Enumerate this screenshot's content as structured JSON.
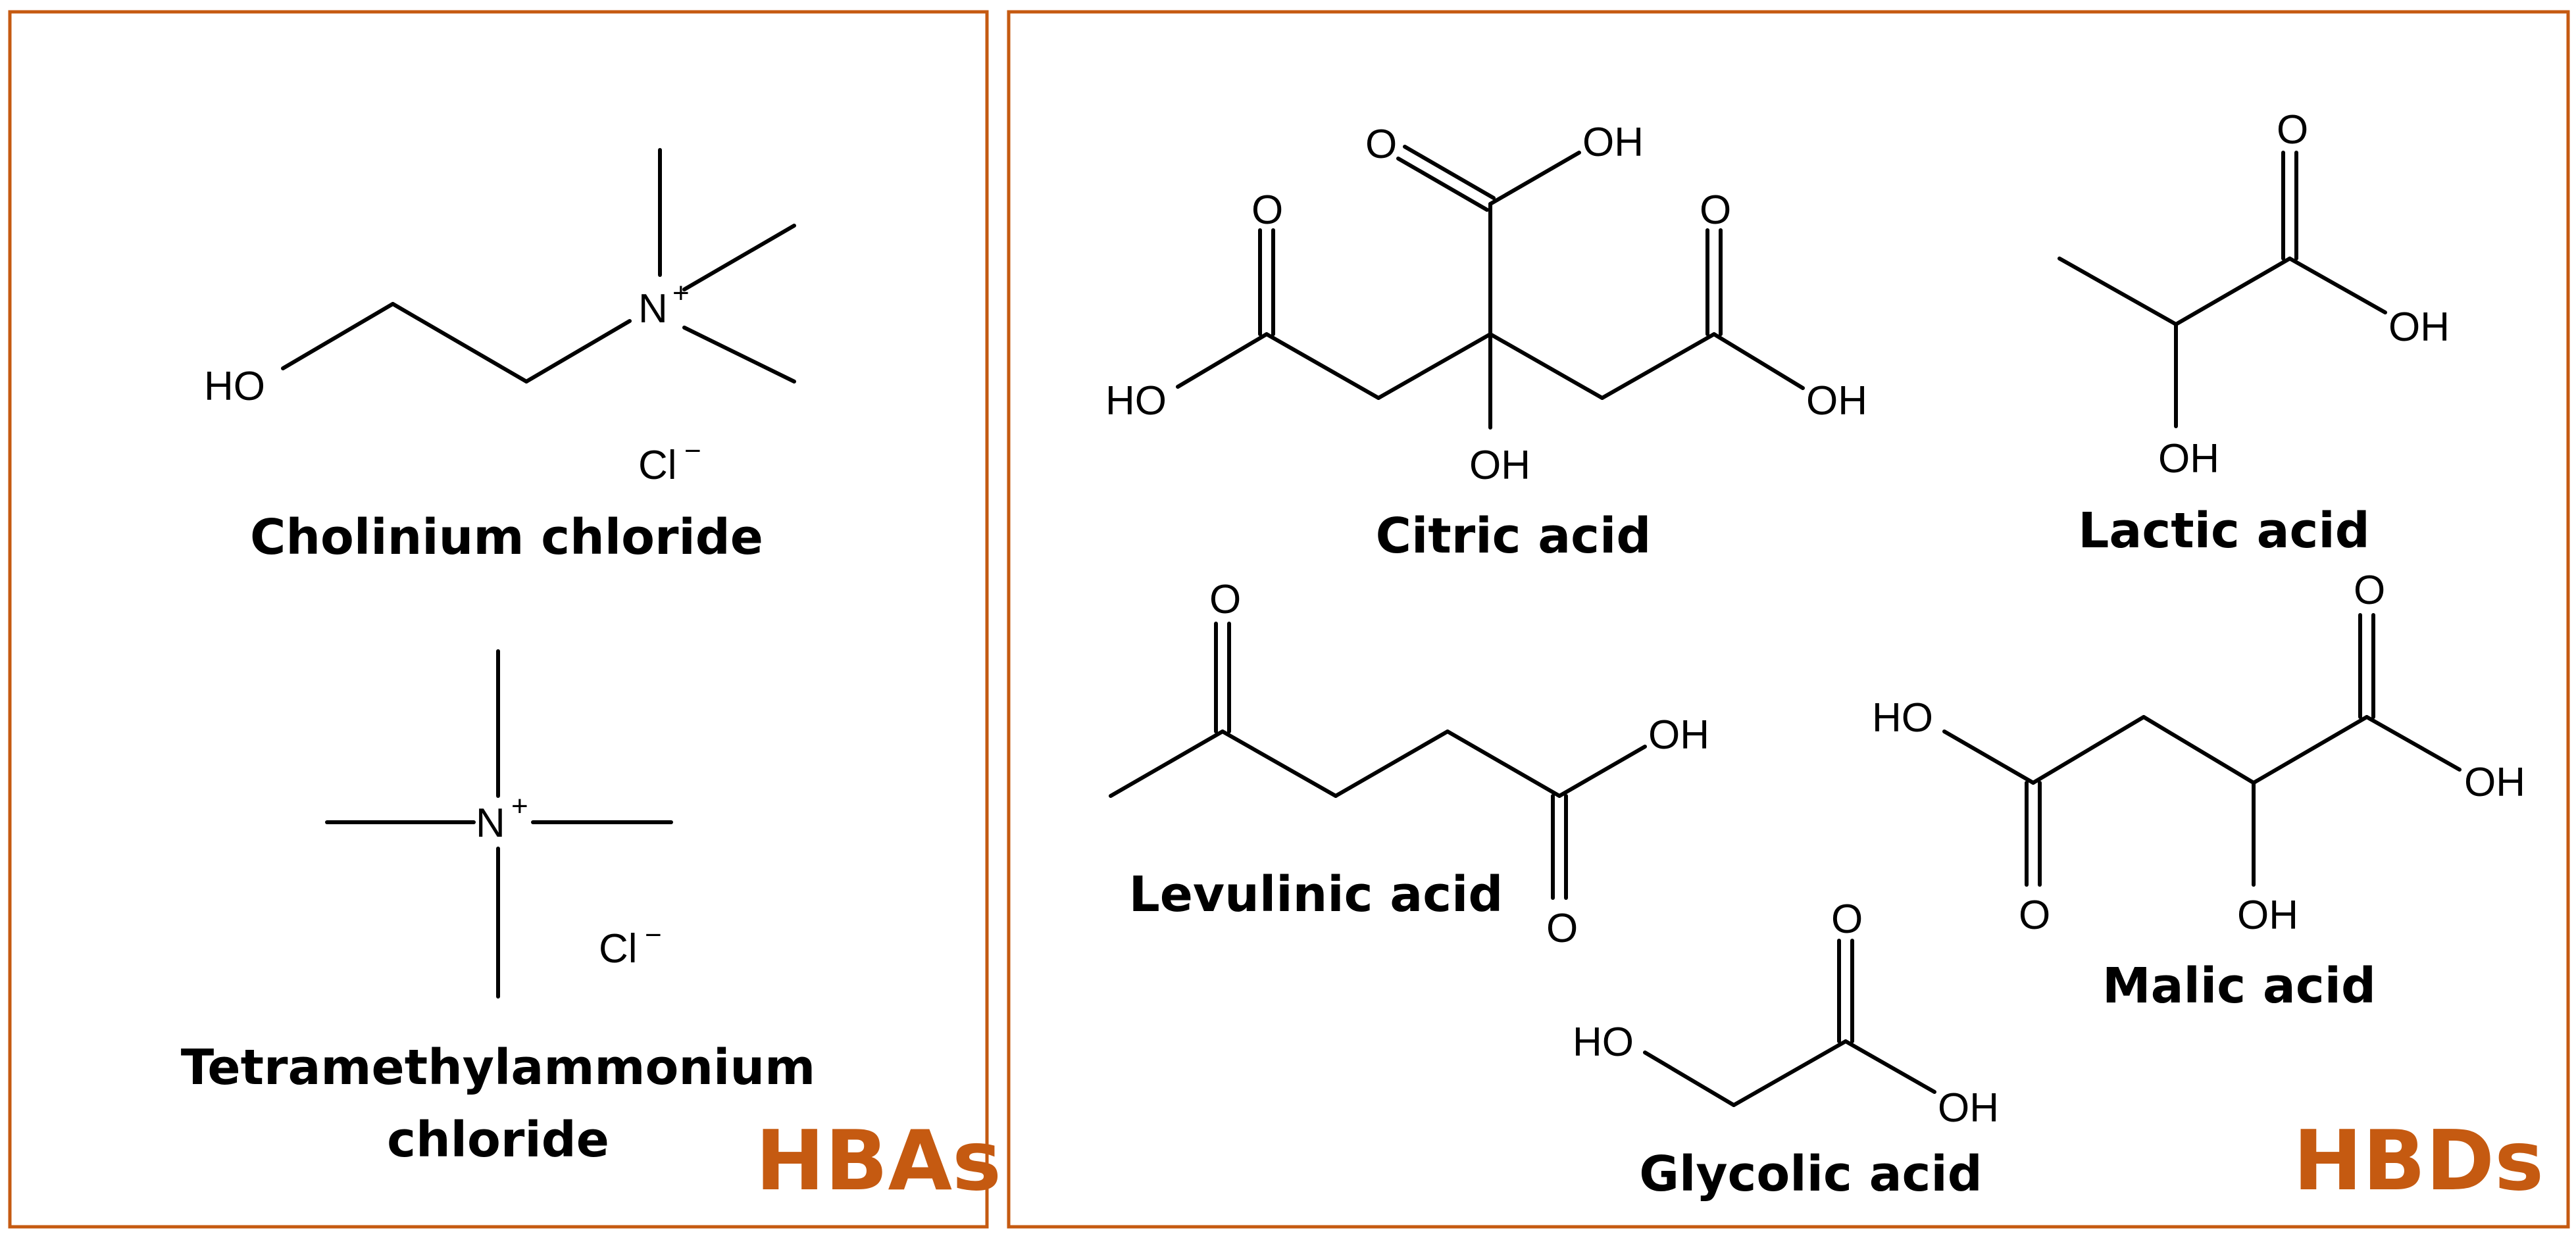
{
  "colors": {
    "accent": "#C55A11",
    "ink": "#000000",
    "background": "#FFFFFF"
  },
  "panels": {
    "hba": {
      "title": "HBAs",
      "compounds": {
        "choline": {
          "name": "Cholinium chloride",
          "atoms": {
            "hydroxyl": "HO",
            "nitrogen": "N",
            "charge": "+",
            "chloride": "Cl",
            "anion_charge": "−"
          }
        },
        "tma": {
          "name_line1": "Tetramethylammonium",
          "name_line2": "chloride",
          "atoms": {
            "nitrogen": "N",
            "charge": "+",
            "chloride": "Cl",
            "anion_charge": "−"
          }
        }
      }
    },
    "hbd": {
      "title": "HBDs",
      "compounds": {
        "citric": {
          "name": "Citric acid",
          "atoms": {
            "o_top": "O",
            "oh_top": "OH",
            "o_left": "O",
            "ho_left": "HO",
            "o_right": "O",
            "oh_right": "OH",
            "oh_center": "OH"
          }
        },
        "lactic": {
          "name": "Lactic acid",
          "atoms": {
            "o": "O",
            "oh_acid": "OH",
            "oh_alpha": "OH"
          }
        },
        "levulinic": {
          "name": "Levulinic acid",
          "atoms": {
            "o_keto": "O",
            "oh": "OH",
            "o_acid": "O"
          }
        },
        "malic": {
          "name": "Malic acid",
          "atoms": {
            "ho_left": "HO",
            "o_left": "O",
            "o_right": "O",
            "oh_right": "OH",
            "oh_alpha": "OH"
          }
        },
        "glycolic": {
          "name": "Glycolic acid",
          "atoms": {
            "ho": "HO",
            "o": "O",
            "oh": "OH"
          }
        }
      }
    }
  }
}
